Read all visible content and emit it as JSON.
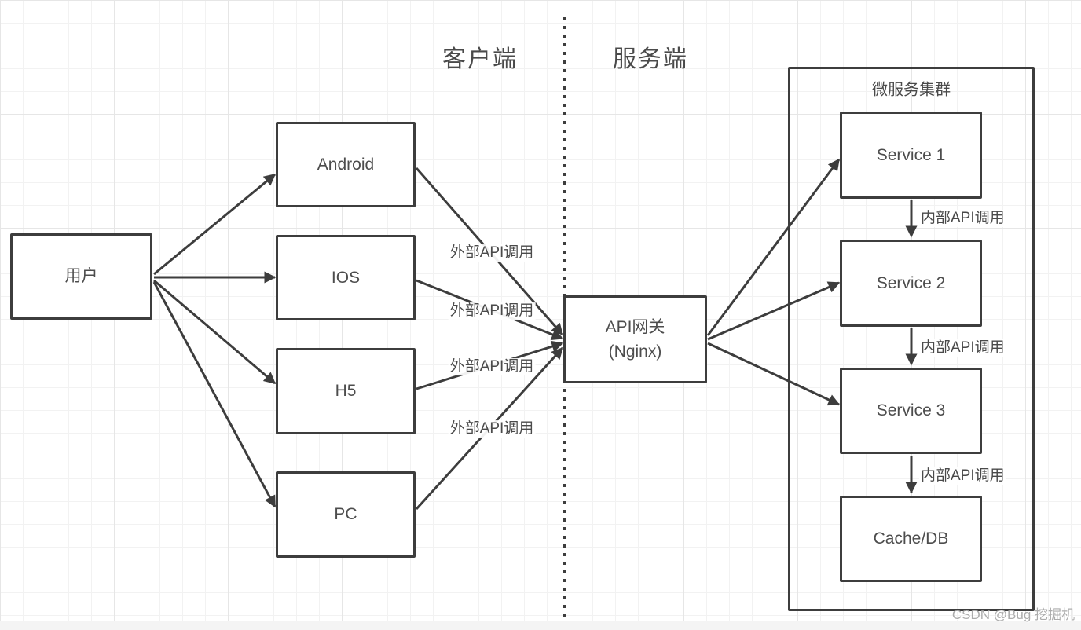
{
  "sections": {
    "client": "客户端",
    "server": "服务端"
  },
  "nodes": {
    "user": "用户",
    "android": "Android",
    "ios": "IOS",
    "h5": "H5",
    "pc": "PC",
    "gateway_title": "API网关",
    "gateway_subtitle": "(Nginx)",
    "cluster_title": "微服务集群",
    "service_1": "Service 1",
    "service_2": "Service 2",
    "service_3": "Service 3",
    "cache_db": "Cache/DB"
  },
  "edge_labels": {
    "external_api_call": "外部API调用",
    "internal_api_call": "内部API调用"
  },
  "watermark": "CSDN @Bug 挖掘机",
  "colors": {
    "line": "#3d3d3d",
    "text": "#4a4a4a",
    "grid_minor": "#f2f2f2",
    "grid_major": "#e6e6e6",
    "watermark": "#9e9e9e"
  }
}
